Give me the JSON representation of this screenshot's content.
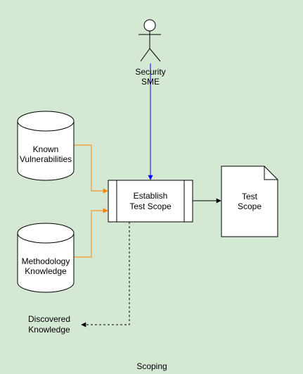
{
  "diagram": {
    "caption": "Scoping",
    "actor": {
      "line1": "Security",
      "line2": "SME"
    },
    "db_known": {
      "line1": "Known",
      "line2": "Vulnerabilities"
    },
    "db_method": {
      "line1": "Methodology",
      "line2": "Knowledge"
    },
    "process": {
      "line1": "Establish",
      "line2": "Test Scope"
    },
    "document": {
      "line1": "Test",
      "line2": "Scope"
    },
    "output_text": {
      "line1": "Discovered",
      "line2": "Knowledge"
    }
  },
  "colors": {
    "background": "#d5e8d4",
    "input_arrow": "#ff8000",
    "actor_arrow": "#0000ff",
    "default_stroke": "#000000",
    "shape_fill": "#ffffff"
  }
}
